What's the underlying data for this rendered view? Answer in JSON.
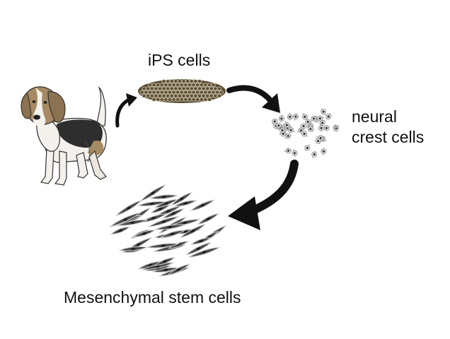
{
  "labels": {
    "ips_cells": "iPS cells",
    "neural_crest_line1": "neural",
    "neural_crest_line2": "crest cells",
    "mesenchymal": "Mesenchymal stem cells"
  },
  "colors": {
    "arrow": "#111111",
    "ips_cell_fill": "#5a4d33",
    "ips_cell_edge": "#d9cfb8",
    "neural_cell_fill": "#dcdcdc",
    "neural_nucleus": "#2a2a2a",
    "msc_cell_fill": "#4a4a4a",
    "msc_cell_edge": "#d0d0d0",
    "dog_tan": "#a58a63",
    "dog_black": "#2e2e2e",
    "dog_white": "#f4f1ec"
  },
  "icons": {
    "dog": "beagle-icon",
    "arrow": "curved-arrow-icon"
  }
}
